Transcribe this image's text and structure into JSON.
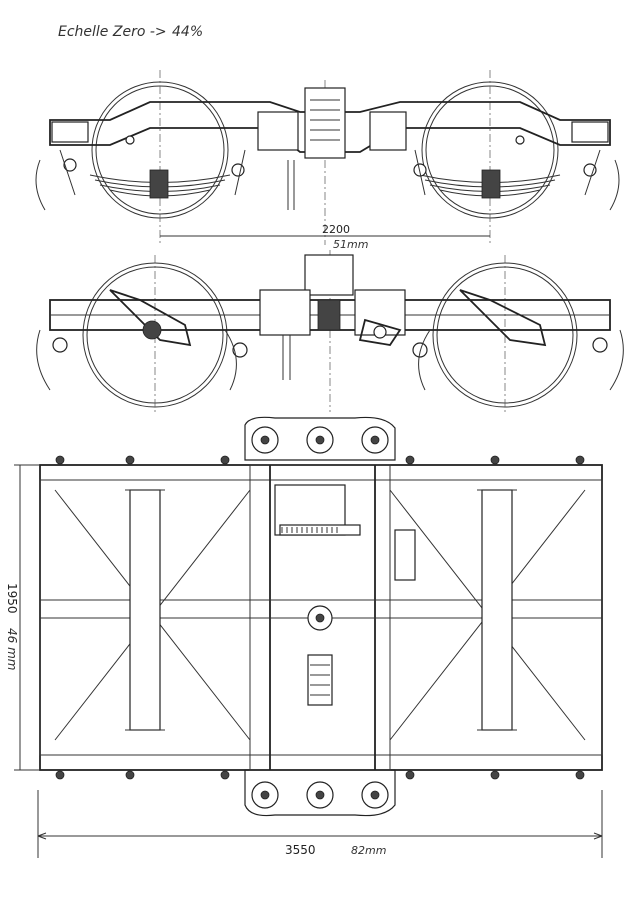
{
  "header": {
    "scale_note": "Echelle Zero ->",
    "scale_value": "44%"
  },
  "side_view": {
    "wheelbase_dim": "2200",
    "wheelbase_mm": "51mm"
  },
  "plan_view": {
    "width_dim": "1950",
    "width_mm": "46 mm",
    "length_dim": "3550",
    "length_mm": "82mm"
  }
}
